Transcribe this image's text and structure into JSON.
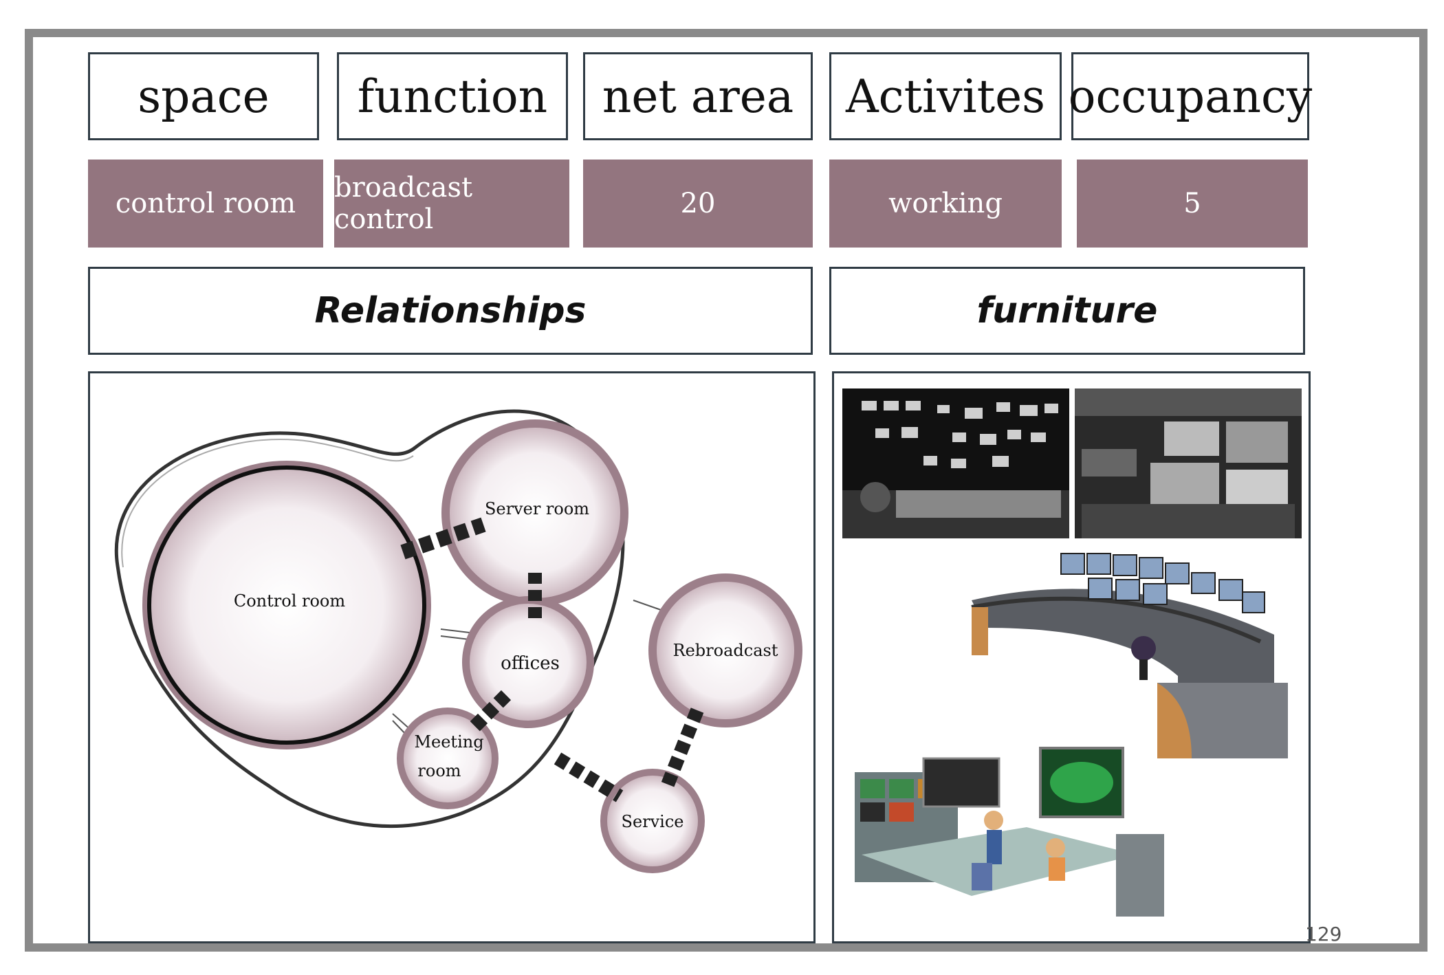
{
  "header": {
    "space": "space",
    "function": "function",
    "net_area": "net area",
    "activities": "Activites",
    "occupancy": "occupancy"
  },
  "values": {
    "space": "control room",
    "function": "broadcast control",
    "net_area": "20",
    "activities": "working",
    "occupancy": "5"
  },
  "sections": {
    "relationships": "Relationships",
    "furniture": "furniture"
  },
  "diagram": {
    "nodes": {
      "control_room": "Control room",
      "server_room": "Server room",
      "offices": "offices",
      "rebroadcast": "Rebroadcast",
      "meeting_line1": "Meeting",
      "meeting_line2": "room",
      "service": "Service"
    }
  },
  "page_number": "129",
  "colors": {
    "accent": "#93757f",
    "border": "#2f3b44",
    "frame": "#8a8a8a"
  }
}
